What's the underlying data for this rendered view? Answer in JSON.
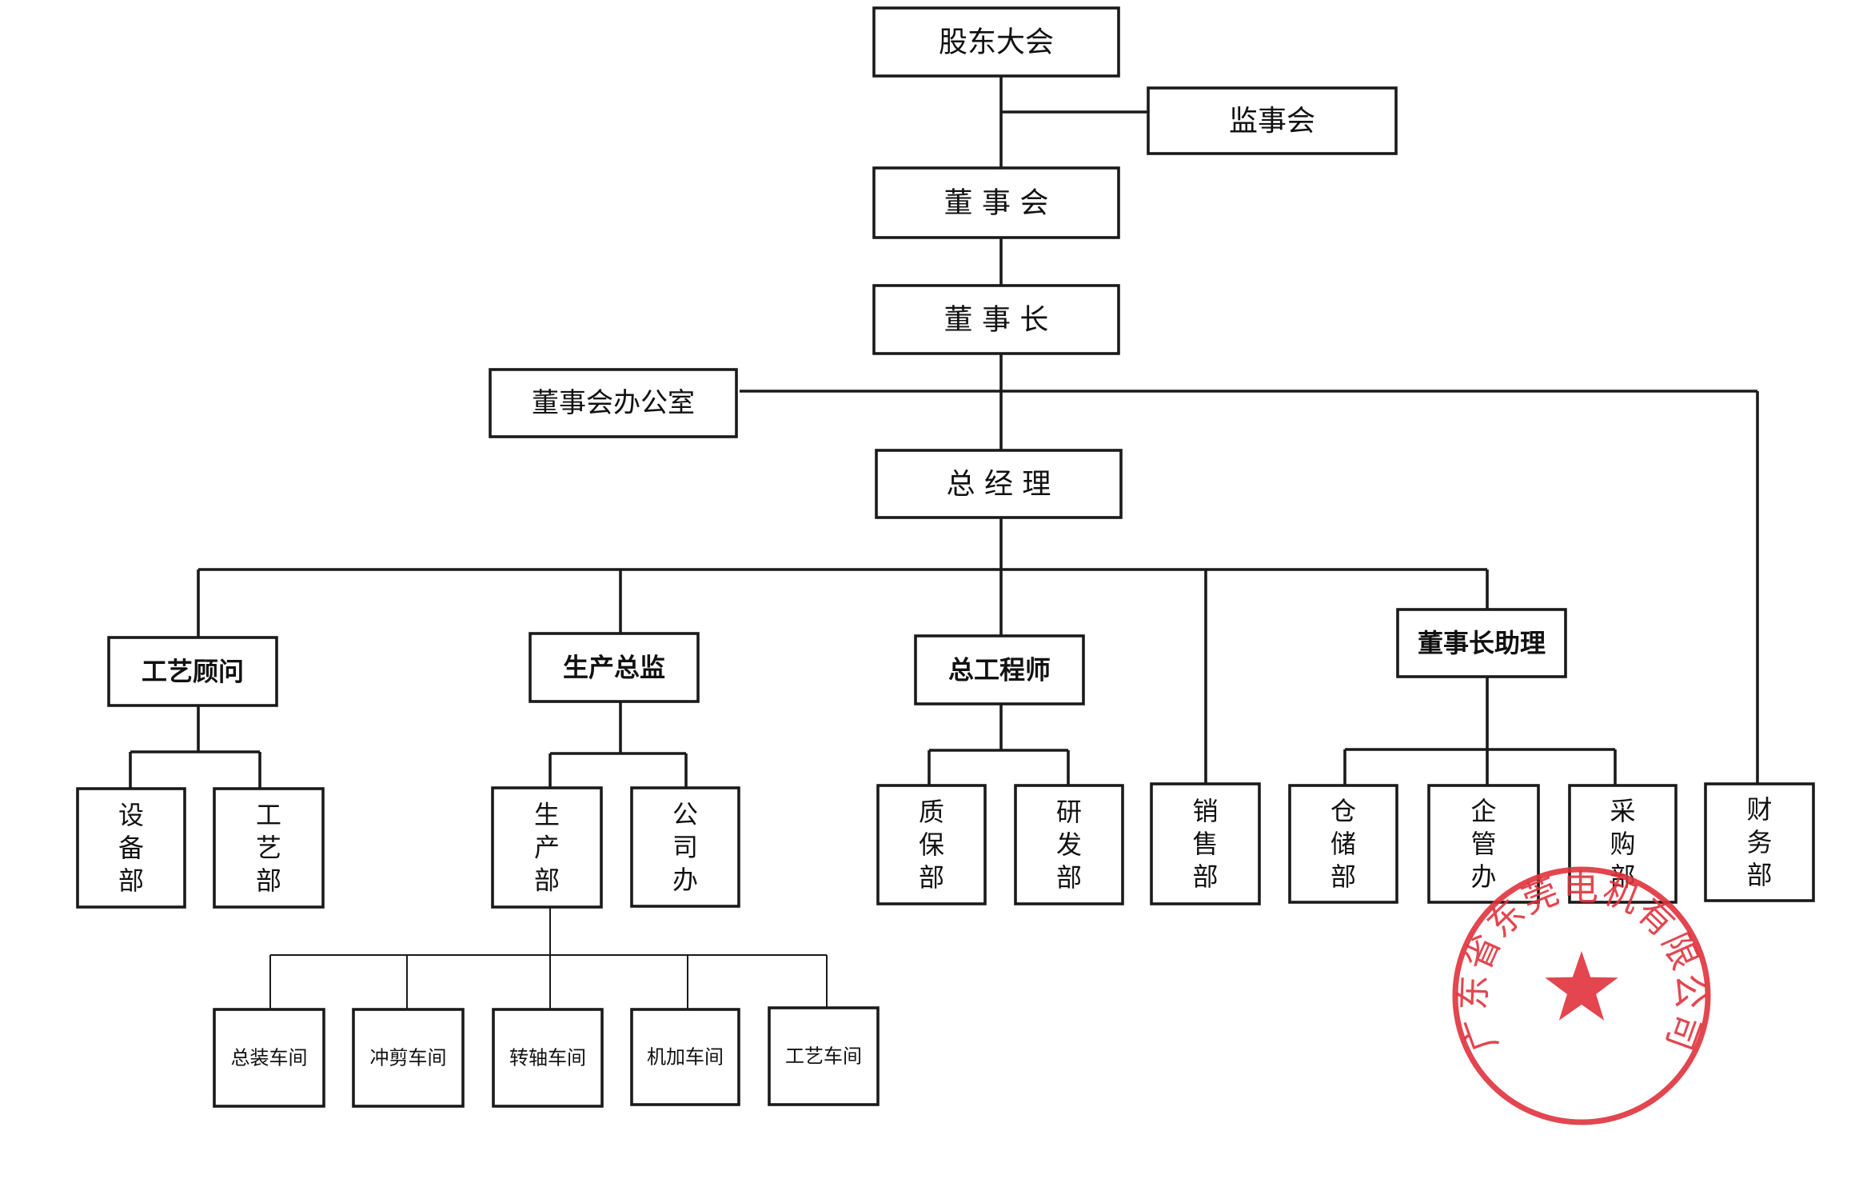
{
  "diagram": {
    "nodes": [
      {
        "id": "gudong",
        "label": "股东大会"
      },
      {
        "id": "jianshi",
        "label": "监事会"
      },
      {
        "id": "dongshihui",
        "label": "董 事 会"
      },
      {
        "id": "dongshizhang",
        "label": "董 事 长"
      },
      {
        "id": "dongban",
        "label": "董事会办公室"
      },
      {
        "id": "zongjingli",
        "label": "总 经 理"
      },
      {
        "id": "gongyi_guwen",
        "label": "工艺顾问"
      },
      {
        "id": "shengchan_zongjian",
        "label": "生产总监"
      },
      {
        "id": "zong_gongchengshi",
        "label": "总工程师"
      },
      {
        "id": "zhuli",
        "label": "董事长助理"
      },
      {
        "id": "shebei",
        "label": "设\n备\n部"
      },
      {
        "id": "gongyibu",
        "label": "工\n艺\n部"
      },
      {
        "id": "shengchanbu",
        "label": "生\n产\n部"
      },
      {
        "id": "gongsiban",
        "label": "公\n司\n办"
      },
      {
        "id": "zhibao",
        "label": "质\n保\n部"
      },
      {
        "id": "yanfa",
        "label": "研\n发\n部"
      },
      {
        "id": "xiaoshou",
        "label": "销\n售\n部"
      },
      {
        "id": "cangchu",
        "label": "仓\n储\n部"
      },
      {
        "id": "qiguan",
        "label": "企\n管\n办"
      },
      {
        "id": "caigou",
        "label": "采\n购\n部"
      },
      {
        "id": "caiwu",
        "label": "财\n务\n部"
      },
      {
        "id": "zongzhuang",
        "label": "总装车间"
      },
      {
        "id": "chongjian",
        "label": "冲剪车间"
      },
      {
        "id": "zhuanzhou",
        "label": "转轴车间"
      },
      {
        "id": "jijia",
        "label": "机加车间"
      },
      {
        "id": "gongyi_chejian",
        "label": "工艺车间"
      }
    ]
  },
  "seal": {
    "label": "广东省东莞电机有限公司",
    "color": "#e0323c"
  },
  "colors": {
    "line": "#1a1a1a",
    "box_fill": "#ffffff"
  }
}
